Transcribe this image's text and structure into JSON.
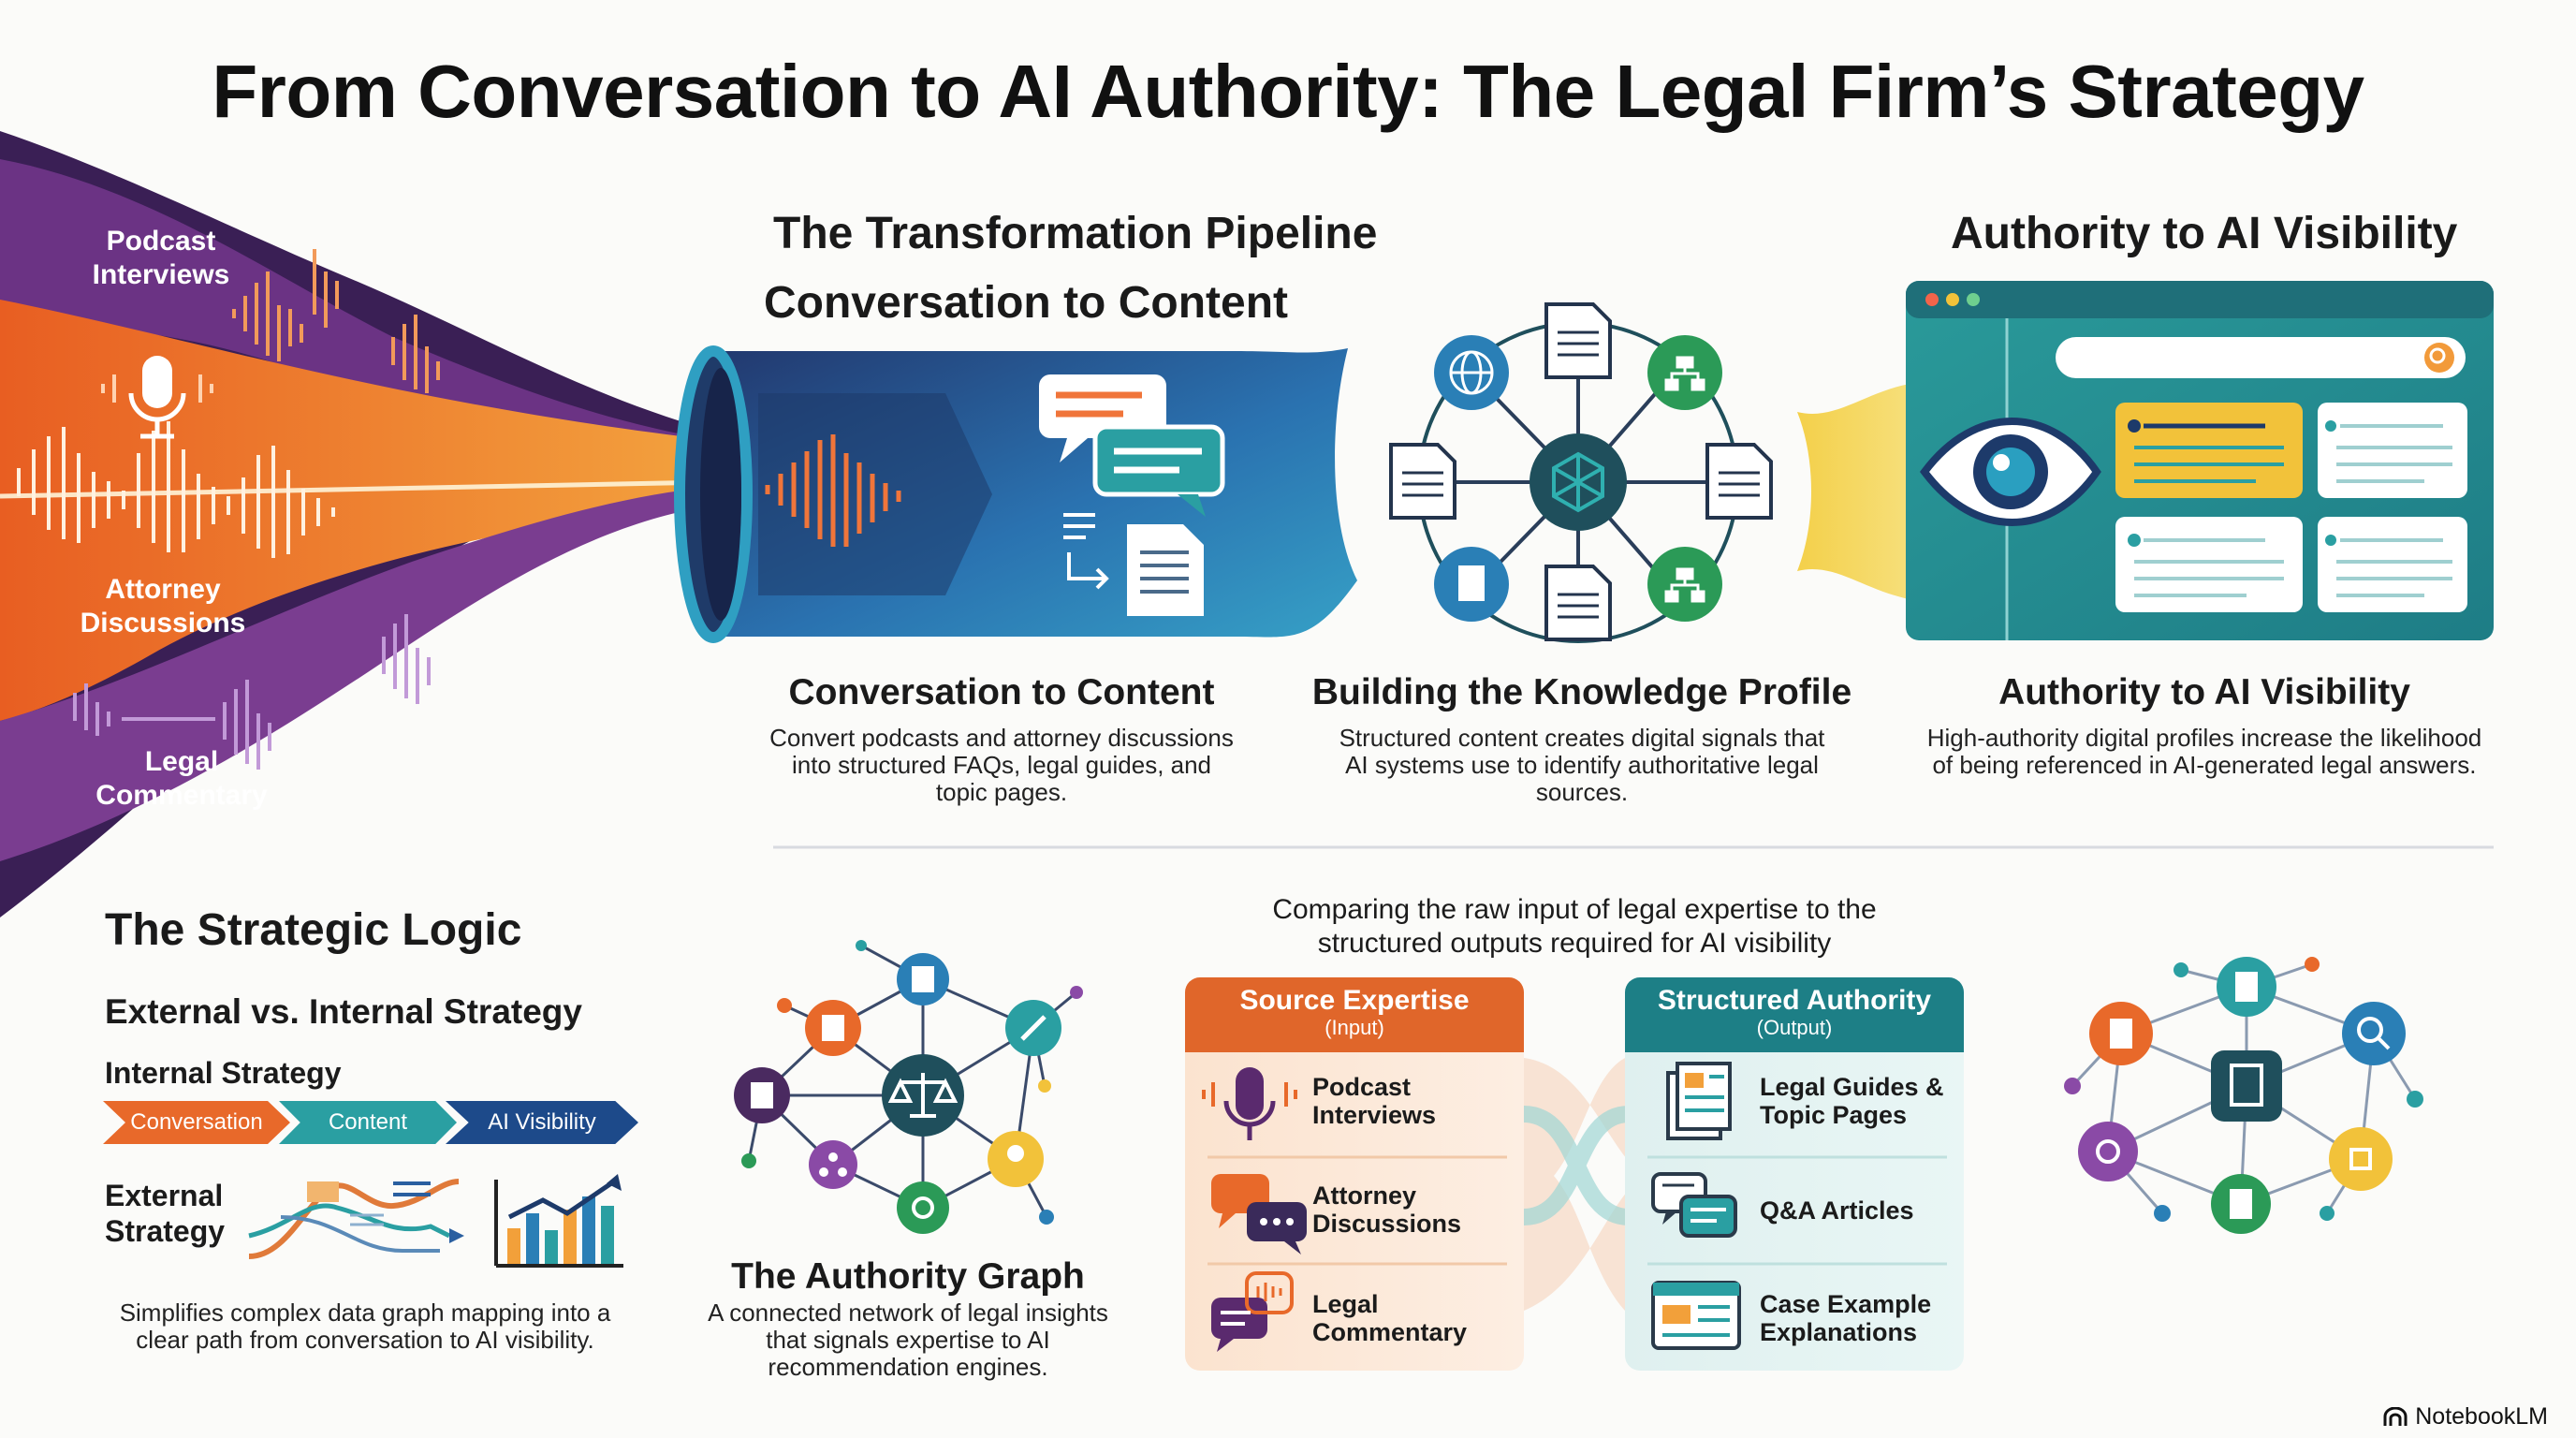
{
  "title": "From Conversation to AI Authority: The Legal Firm’s Strategy",
  "streams": {
    "podcast": [
      "Podcast",
      "Interviews"
    ],
    "attorney": [
      "Attorney",
      "Discussions"
    ],
    "legal": [
      "Legal",
      "Commentary"
    ]
  },
  "pipeline": {
    "heading": "The Transformation Pipeline",
    "subheading": "Conversation to Content"
  },
  "visibility_heading": "Authority to AI Visibility",
  "steps": [
    {
      "title": "Conversation to Content",
      "lines": [
        "Convert podcasts and attorney discussions",
        "into structured FAQs, legal guides, and",
        "topic pages."
      ]
    },
    {
      "title": "Building the Knowledge Profile",
      "lines": [
        "Structured content creates digital signals that",
        "AI systems use to identify authoritative legal",
        "sources."
      ]
    },
    {
      "title": "Authority to AI Visibility",
      "lines": [
        "High-authority digital profiles increase the likelihood",
        "of being referenced in AI-generated legal answers."
      ]
    }
  ],
  "logic": {
    "heading": "The Strategic Logic",
    "sub": "External vs. Internal Strategy",
    "internal_label": "Internal Strategy",
    "chevrons": [
      "Conversation",
      "Content",
      "AI Visibility"
    ],
    "external_label": [
      "External",
      "Strategy"
    ],
    "caption": [
      "Simplifies complex data graph mapping into a",
      "clear path from conversation to AI visibility."
    ]
  },
  "graph": {
    "title": "The Authority Graph",
    "caption": [
      "A connected network of legal insights",
      "that signals expertise to AI",
      "recommendation engines."
    ]
  },
  "comparison": {
    "caption": [
      "Comparing the raw input of legal expertise to the",
      "structured outputs required for AI visibility"
    ],
    "input": {
      "title": "Source Expertise",
      "tag": "(Input)",
      "rows": [
        [
          "Podcast",
          "Interviews"
        ],
        [
          "Attorney",
          "Discussions"
        ],
        [
          "Legal",
          "Commentary"
        ]
      ]
    },
    "output": {
      "title": "Structured Authority",
      "tag": "(Output)",
      "rows": [
        [
          "Legal Guides &",
          "Topic Pages"
        ],
        [
          "Q&A Articles"
        ],
        [
          "Case Example",
          "Explanations"
        ]
      ]
    }
  },
  "footer": "NotebookLM",
  "colors": {
    "orange": "#e8692a",
    "purple": "#5a2a6e",
    "blue": "#2a7fb6",
    "navy": "#1d3a6a",
    "teal": "#1f8d8c",
    "dark_teal": "#1f4f5c",
    "yellow": "#f2c23a",
    "green": "#2b9a57"
  }
}
